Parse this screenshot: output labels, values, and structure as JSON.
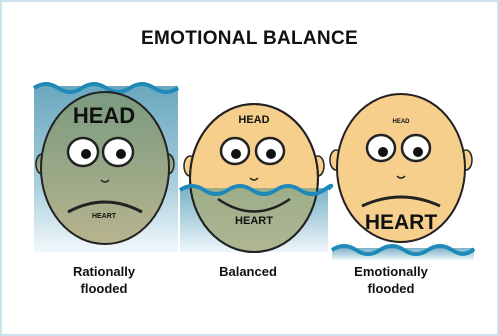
{
  "title": "EMOTIONAL BALANCE",
  "panels": [
    {
      "head_label": "HEAD",
      "heart_label": "HEART",
      "caption_line1": "Rationally",
      "caption_line2": "flooded"
    },
    {
      "head_label": "HEAD",
      "heart_label": "HEART",
      "caption_line1": "",
      "caption_line2": "Balanced"
    },
    {
      "head_label": "HEAD",
      "heart_label": "HEART",
      "caption_line1": "Emotionally",
      "caption_line2": "flooded"
    }
  ],
  "colors": {
    "face_fill": "#f6cf8c",
    "face_stroke": "#222222",
    "water_wave": "#1f89b8",
    "water_top": "#6fa9bf",
    "water_bottom": "#e6f3f8",
    "frame": "#cfe3ee"
  }
}
